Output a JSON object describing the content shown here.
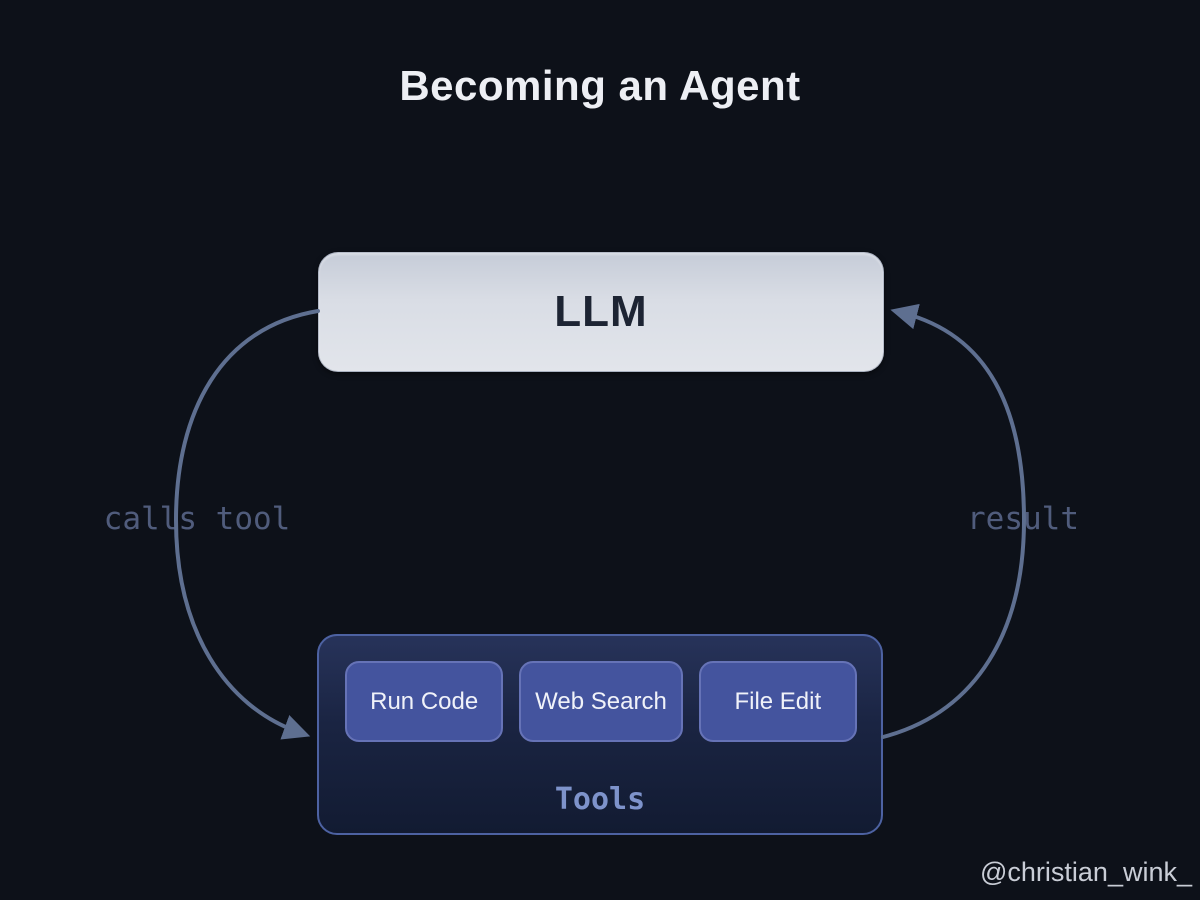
{
  "title": "Becoming an Agent",
  "diagram": {
    "llm_node": {
      "label": "LLM"
    },
    "tools_node": {
      "label": "Tools",
      "buttons": [
        "Run Code",
        "Web Search",
        "File Edit"
      ]
    },
    "edges": {
      "calls_tool_label": "calls tool",
      "result_label": "result"
    }
  },
  "watermark": "@christian_wink_",
  "colors": {
    "background": "#0d1119",
    "arrow": "#5e6f90",
    "llm_fill": "#dde1e8",
    "llm_text": "#1d2433",
    "tools_fill": "#1a2442",
    "tools_border": "#4d62a2",
    "button_fill": "#44549e",
    "button_border": "#6673b7",
    "edge_label_text": "#505c7c",
    "tools_label_text": "#7e93cb"
  }
}
